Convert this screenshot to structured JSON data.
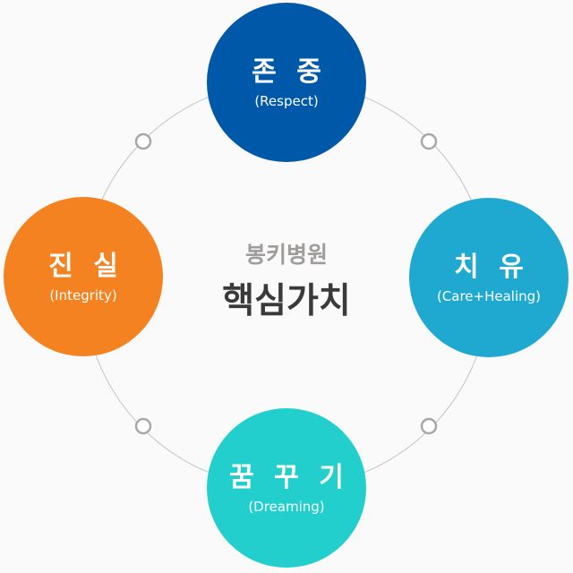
{
  "title": {
    "org": "봉키병원",
    "heading": "핵심가치"
  },
  "values": [
    {
      "name": "존 중",
      "english": "(Respect)",
      "color": "#0058a9"
    },
    {
      "name": "치 유",
      "english": "(Care+Healing)",
      "color": "#1fa9d1"
    },
    {
      "name": "꿈 꾸 기",
      "english": "(Dreaming)",
      "color": "#22cfcc"
    },
    {
      "name": "진 실",
      "english": "(Integrity)",
      "color": "#f58221"
    }
  ]
}
